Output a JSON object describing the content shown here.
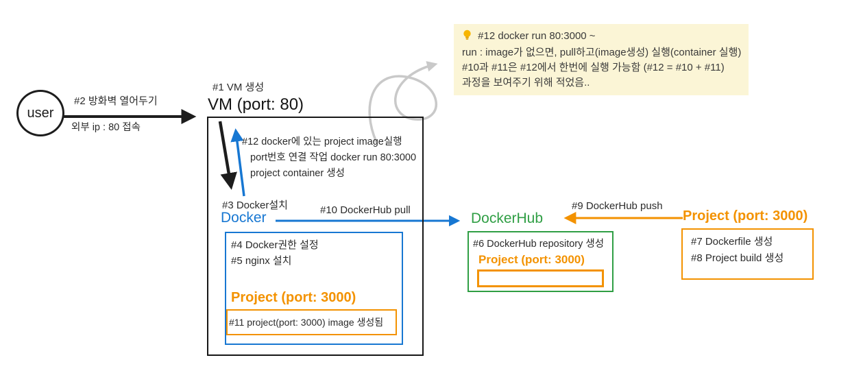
{
  "colors": {
    "blue": "#1777d2",
    "green": "#2f9e44",
    "orange": "#f39200",
    "note_background": "#fbf5d6",
    "arrow_black": "#1d1d1d",
    "sketch_gray": "#c9c9c9"
  },
  "note": {
    "icon": "lightbulb-icon",
    "line1": "#12 docker run 80:3000 ~",
    "line2": "run : image가 없으면, pull하고(image생성) 실행(container 실행)",
    "line3": "#10과 #11은 #12에서 한번에 실행 가능함 (#12 = #10 + #11)",
    "line4": "과정을 보여주기 위해 적었음.."
  },
  "user": {
    "label": "user"
  },
  "arrow_user_vm": {
    "top_label": "#2 방화벽 열어두기",
    "bottom_label": "외부 ip : 80 접속"
  },
  "vm": {
    "step_label": "#1 VM 생성",
    "title": "VM (port: 80)"
  },
  "step12": {
    "line1": "#12 docker에 있는 project image실행",
    "line2": "port번호 연결 작업 docker run 80:3000",
    "line3": "project container 생성"
  },
  "docker": {
    "step_label": "#3 Docker설치",
    "title": "Docker",
    "box_line1": "#4 Docker권한 설정",
    "box_line2": "#5 nginx 설치"
  },
  "project_in_vm": {
    "title": "Project (port: 3000)",
    "box_text": "#11 project(port: 3000) image 생성됨"
  },
  "arrow_pull": {
    "label": "#10 DockerHub pull"
  },
  "dockerhub": {
    "title": "DockerHub",
    "box_line1": "#6 DockerHub repository 생성",
    "repo_title": "Project (port: 3000)"
  },
  "arrow_push": {
    "label": "#9 DockerHub push"
  },
  "project_source": {
    "title": "Project (port: 3000)",
    "box_line1": "#7 Dockerfile 생성",
    "box_line2": "#8 Project build 생성"
  }
}
